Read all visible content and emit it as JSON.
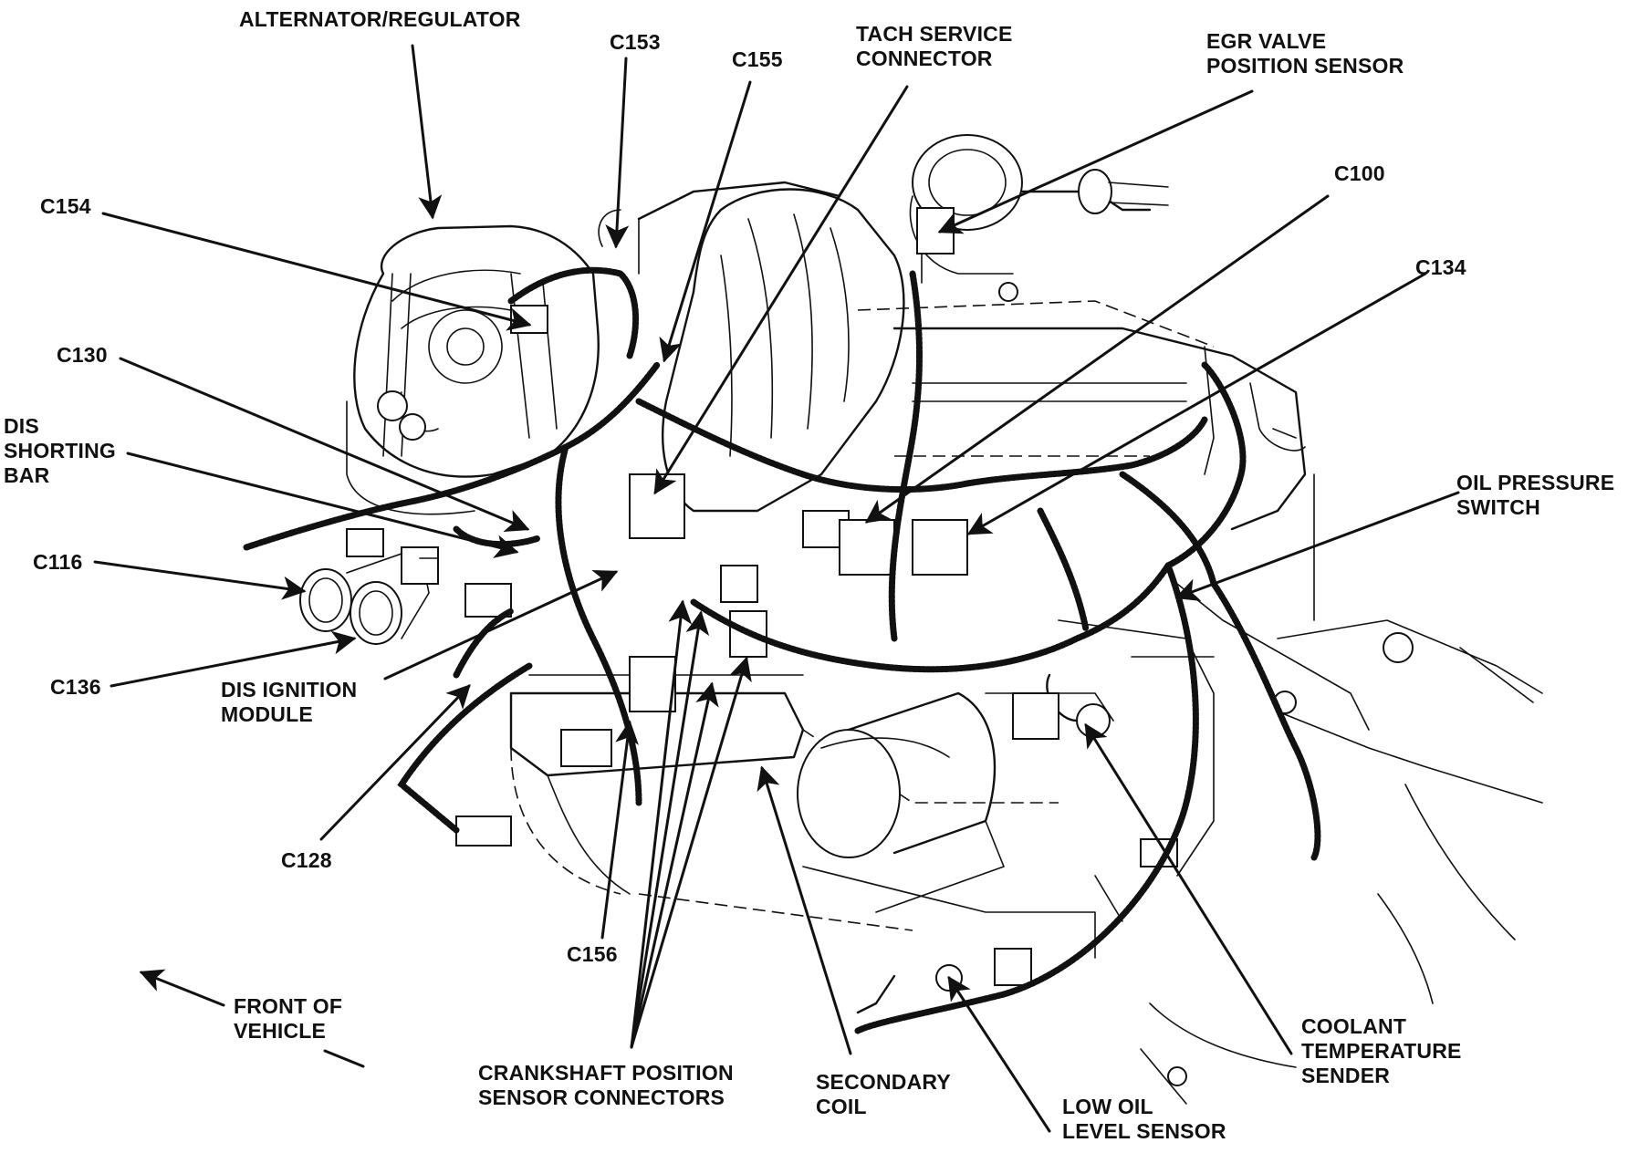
{
  "labels": {
    "alternator_regulator": "ALTERNATOR/REGULATOR",
    "c153": "C153",
    "c155": "C155",
    "tach_service_connector": [
      "TACH SERVICE",
      "CONNECTOR"
    ],
    "egr_valve_position_sensor": [
      "EGR VALVE",
      "POSITION SENSOR"
    ],
    "c154": "C154",
    "c100": "C100",
    "c134": "C134",
    "c130": "C130",
    "dis_shorting_bar": [
      "DIS",
      "SHORTING",
      "BAR"
    ],
    "oil_pressure_switch": [
      "OIL PRESSURE",
      "SWITCH"
    ],
    "c116": "C116",
    "c136": "C136",
    "dis_ignition_module": [
      "DIS IGNITION",
      "MODULE"
    ],
    "c128": "C128",
    "c156": "C156",
    "front_of_vehicle": [
      "FRONT OF",
      "VEHICLE"
    ],
    "crankshaft_position_sensor_connectors": [
      "CRANKSHAFT POSITION",
      "SENSOR CONNECTORS"
    ],
    "secondary_coil": [
      "SECONDARY",
      "COIL"
    ],
    "low_oil_level_sensor": [
      "LOW OIL",
      "LEVEL SENSOR"
    ],
    "coolant_temperature_sender": [
      "COOLANT",
      "TEMPERATURE",
      "SENDER"
    ]
  }
}
